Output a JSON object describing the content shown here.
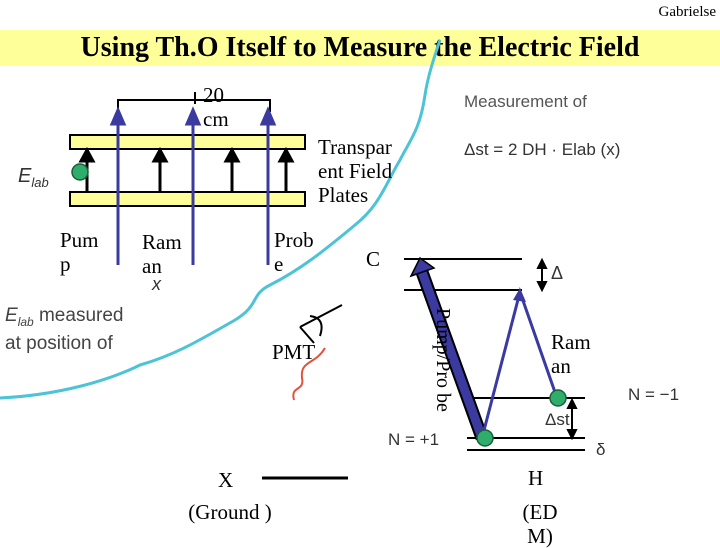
{
  "header": {
    "author": "Gabrielse",
    "title": "Using Th.O Itself to Measure the Electric Field"
  },
  "apparatus": {
    "distance_label": "20 cm",
    "plates_label": "Transpar ent Field Plates",
    "efield_symbol": "E",
    "efield_subscript": "lab",
    "pump_label": "Pum p",
    "raman_label": "Ram an",
    "probe_label": "Prob e",
    "x_axis_symbol": "x",
    "measured_note_line1": "E",
    "measured_note_sub": "lab",
    "measured_note_rest": " measured",
    "measured_note_line2": "at position of",
    "pmt_label": "PMT"
  },
  "formula": {
    "heading": "Measurement of",
    "equation": "Δst = 2 DH · Elab (x)"
  },
  "level_diagram": {
    "c_state": "C",
    "delta_label": "Δ",
    "pump_probe_label": "Pump/Pro be",
    "raman_label": "Ram an",
    "n_minus": "N = −1",
    "n_plus": "N = +1",
    "delta_st_label": "Δst",
    "delta_small": "δ",
    "h_state": "H",
    "h_state_sub": "(ED M)",
    "x_state": "X",
    "x_state_sub": "(Ground )"
  },
  "colors": {
    "title_bg": "#ffff99",
    "laser_arrow": "#3a3aa0",
    "plate_fill": "#ffff99",
    "molecule": "#2fae6b",
    "molecule_outline": "#1a5e3a",
    "flight_path": "#4cc3d6",
    "pmt_signal": "#e0533d"
  }
}
